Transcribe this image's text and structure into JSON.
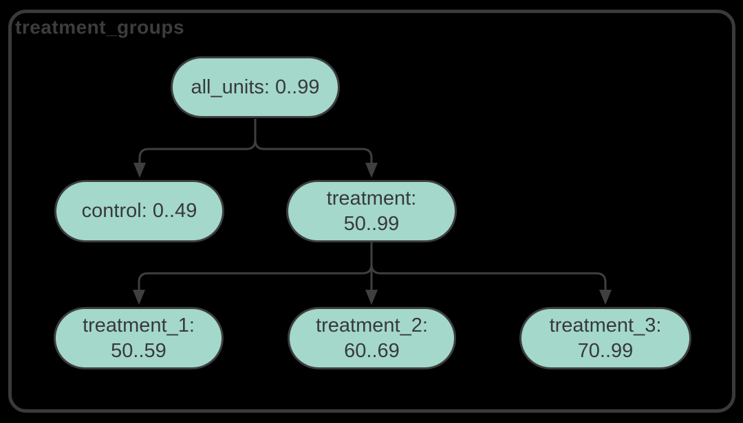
{
  "diagram": {
    "type": "flowchart-tree",
    "title": "treatment_groups",
    "nodes": [
      {
        "id": "all_units",
        "label": "all_units: 0..99"
      },
      {
        "id": "control",
        "label": "control: 0..49"
      },
      {
        "id": "treatment",
        "label": "treatment: 50..99"
      },
      {
        "id": "treatment_1",
        "label": "treatment_1: 50..59"
      },
      {
        "id": "treatment_2",
        "label": "treatment_2: 60..69"
      },
      {
        "id": "treatment_3",
        "label": "treatment_3: 70..99"
      }
    ],
    "edges": [
      {
        "from": "all_units",
        "to": "control"
      },
      {
        "from": "all_units",
        "to": "treatment"
      },
      {
        "from": "treatment",
        "to": "treatment_1"
      },
      {
        "from": "treatment",
        "to": "treatment_2"
      },
      {
        "from": "treatment",
        "to": "treatment_3"
      }
    ],
    "colors": {
      "background": "#000000",
      "container_border": "#3a3a3a",
      "title_text": "#3d3d3d",
      "node_fill": "#a3d8cb",
      "node_border": "#3d3d3d",
      "node_text": "#393939",
      "edge": "#3f3f3f"
    }
  }
}
